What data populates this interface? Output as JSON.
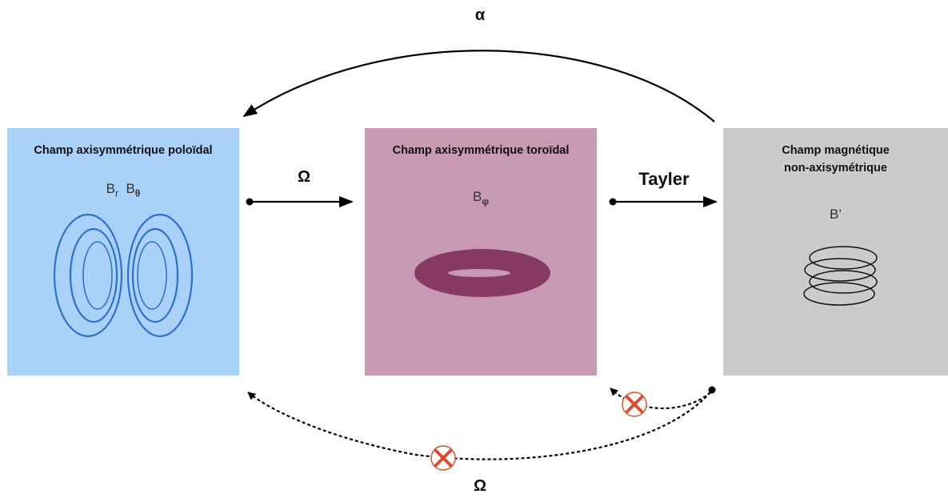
{
  "colors": {
    "poloidal_bg": "#aad1f8",
    "toroidal_bg": "#c899b2",
    "nonaxi_bg": "#cbcbcb",
    "loop_blue": "#2f6fcf",
    "torus": "#873a62",
    "torus_hole": "#c899b2",
    "cross": "#e04a2e"
  },
  "poloidal": {
    "title": "Champ axisymmétrique poloïdal",
    "sym1_base": "B",
    "sym1_sub": "r",
    "sym2_base": "B",
    "sym2_sub": "θ"
  },
  "toroidal": {
    "title": "Champ axisymmétrique toroïdal",
    "sym_base": "B",
    "sym_sub": "φ"
  },
  "nonaxi": {
    "title_line1": "Champ magnétique",
    "title_line2": "non-axisymétrique",
    "sym": "B’"
  },
  "arrows": {
    "top": "α",
    "omega_mid": "Ω",
    "tayler": "Tayler",
    "omega_bottom": "Ω"
  },
  "icons": [
    "ellipse-loops-icon",
    "torus-icon",
    "tangled-loops-icon",
    "blocked-cross-icon"
  ]
}
